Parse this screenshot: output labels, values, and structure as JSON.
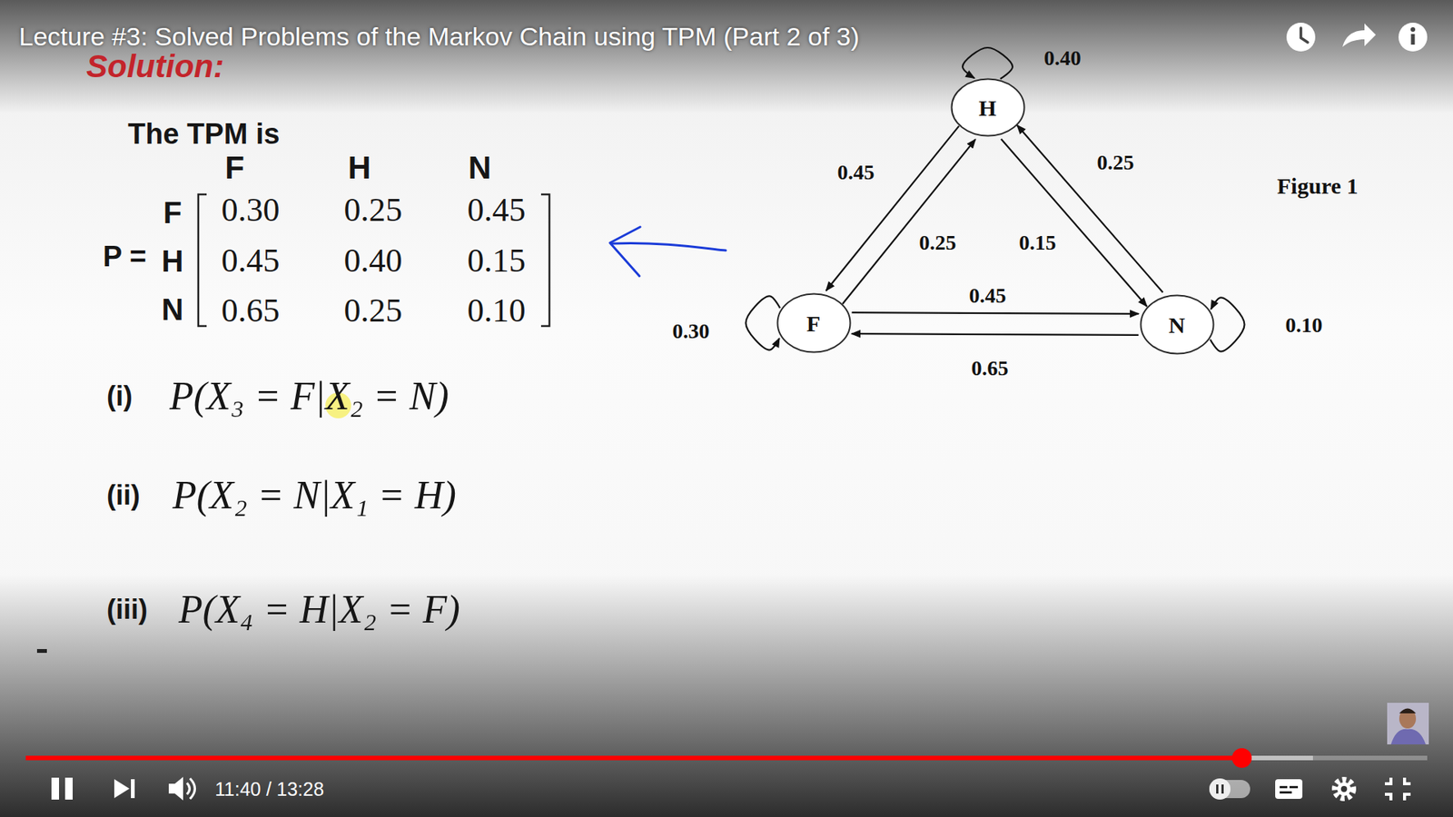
{
  "diagram": {
    "title": "Lecture #3: Solved Problems of the Markov Chain using TPM (Part 2 of 3)",
    "caption": "Figure 1",
    "nodes": [
      {
        "text": [
          "H"
        ]
      },
      {
        "text": [
          "F"
        ]
      },
      {
        "text": [
          "N"
        ]
      }
    ],
    "edges": [
      {
        "from": 0,
        "to": 0,
        "arrow": "to",
        "label": "0.40"
      },
      {
        "from": 0,
        "to": 1,
        "arrow": "to",
        "label": "0.45"
      },
      {
        "from": 1,
        "to": 0,
        "arrow": "to",
        "label": "0.25"
      },
      {
        "from": 0,
        "to": 2,
        "arrow": "to",
        "label": "0.15"
      },
      {
        "from": 2,
        "to": 0,
        "arrow": "to",
        "label": "0.25"
      },
      {
        "from": 1,
        "to": 1,
        "arrow": "to",
        "label": "0.30"
      },
      {
        "from": 1,
        "to": 2,
        "arrow": "to",
        "label": "0.45"
      },
      {
        "from": 2,
        "to": 1,
        "arrow": "to",
        "label": "0.65"
      },
      {
        "from": 2,
        "to": 2,
        "arrow": "to",
        "label": "0.10"
      }
    ],
    "labels": [
      "Solution:",
      "The TPM is",
      "F",
      "H",
      "N",
      "P =",
      "F",
      "H",
      "N",
      "0.30",
      "0.25",
      "0.45",
      "0.45",
      "0.40",
      "0.15",
      "0.65",
      "0.25",
      "0.10",
      "(i)",
      "P(X₃ = F|X₂ = N)",
      "(ii)",
      "P(X₂ = N|X₁ = H)",
      "(iii)",
      "P(X₄ = H|X₂ = F)",
      "11:40 / 13:28"
    ]
  }
}
